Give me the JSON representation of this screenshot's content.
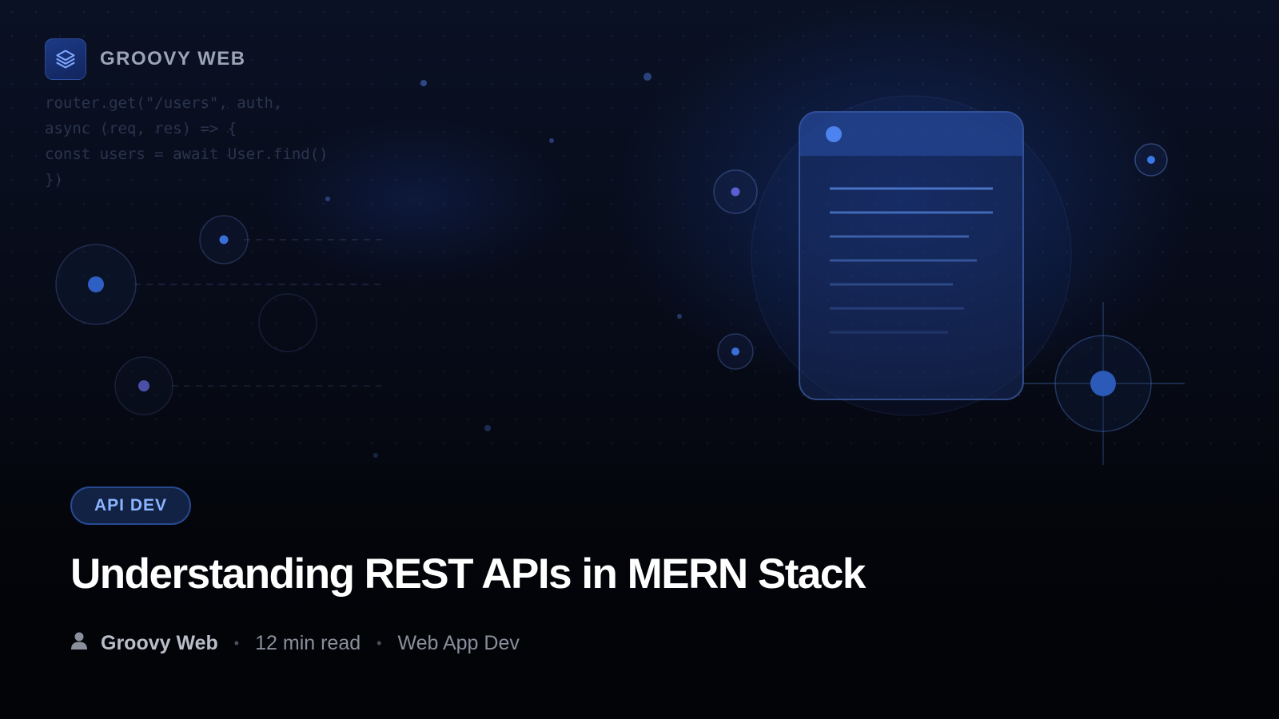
{
  "brand": {
    "name": "GROOVY WEB",
    "logo_icon": "layers-icon"
  },
  "code_snippet": [
    "router.get(\"/users\", auth,",
    "async (req, res) => {",
    "const users = await User.find()",
    "})"
  ],
  "post": {
    "tag": "API DEV",
    "title": "Understanding REST APIs in MERN Stack",
    "author": "Groovy Web",
    "read_time": "12 min read",
    "category": "Web App Dev"
  },
  "icons": {
    "author": "user-icon",
    "separator": "dot-separator"
  },
  "colors": {
    "accent": "#3a6fd8",
    "tag_text": "#8ab4ff",
    "tag_bg": "#122244",
    "title": "#ffffff",
    "background": "#05070d"
  }
}
